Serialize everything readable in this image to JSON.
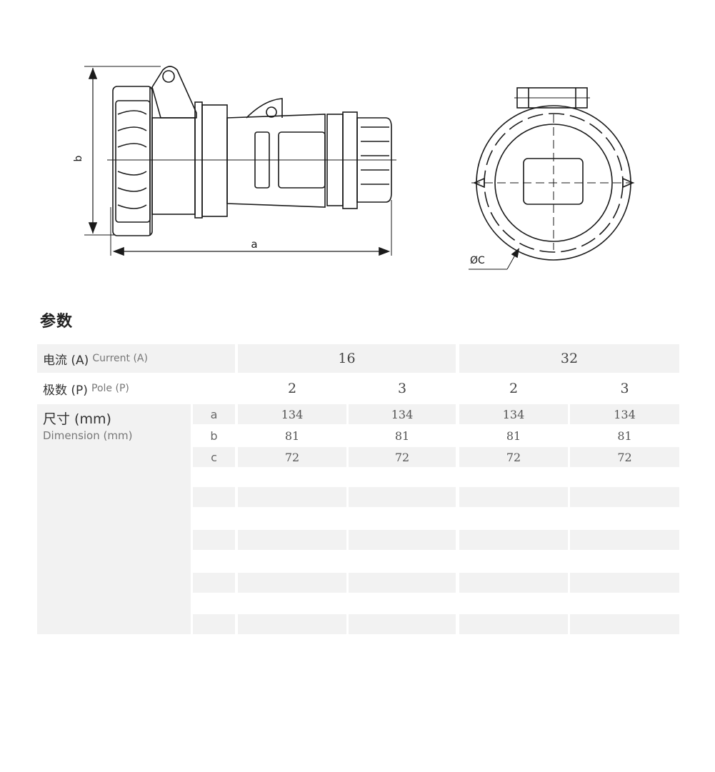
{
  "drawing": {
    "side_labels": {
      "a": "a",
      "b": "b"
    },
    "front_label": "ØC"
  },
  "section": {
    "title": "参数"
  },
  "table": {
    "current": {
      "label_zh": "电流 (A)",
      "label_en": "Current (A)",
      "values": [
        "16",
        "32"
      ]
    },
    "pole": {
      "label_zh": "极数 (P)",
      "label_en": "Pole (P)",
      "values": [
        "2",
        "3",
        "2",
        "3"
      ]
    },
    "dimension": {
      "label_zh": "尺寸 (mm)",
      "label_en": "Dimension (mm)",
      "rows": [
        {
          "key": "a",
          "values": [
            "134",
            "134",
            "134",
            "134"
          ]
        },
        {
          "key": "b",
          "values": [
            "81",
            "81",
            "81",
            "81"
          ]
        },
        {
          "key": "c",
          "values": [
            "72",
            "72",
            "72",
            "72"
          ]
        }
      ]
    }
  }
}
